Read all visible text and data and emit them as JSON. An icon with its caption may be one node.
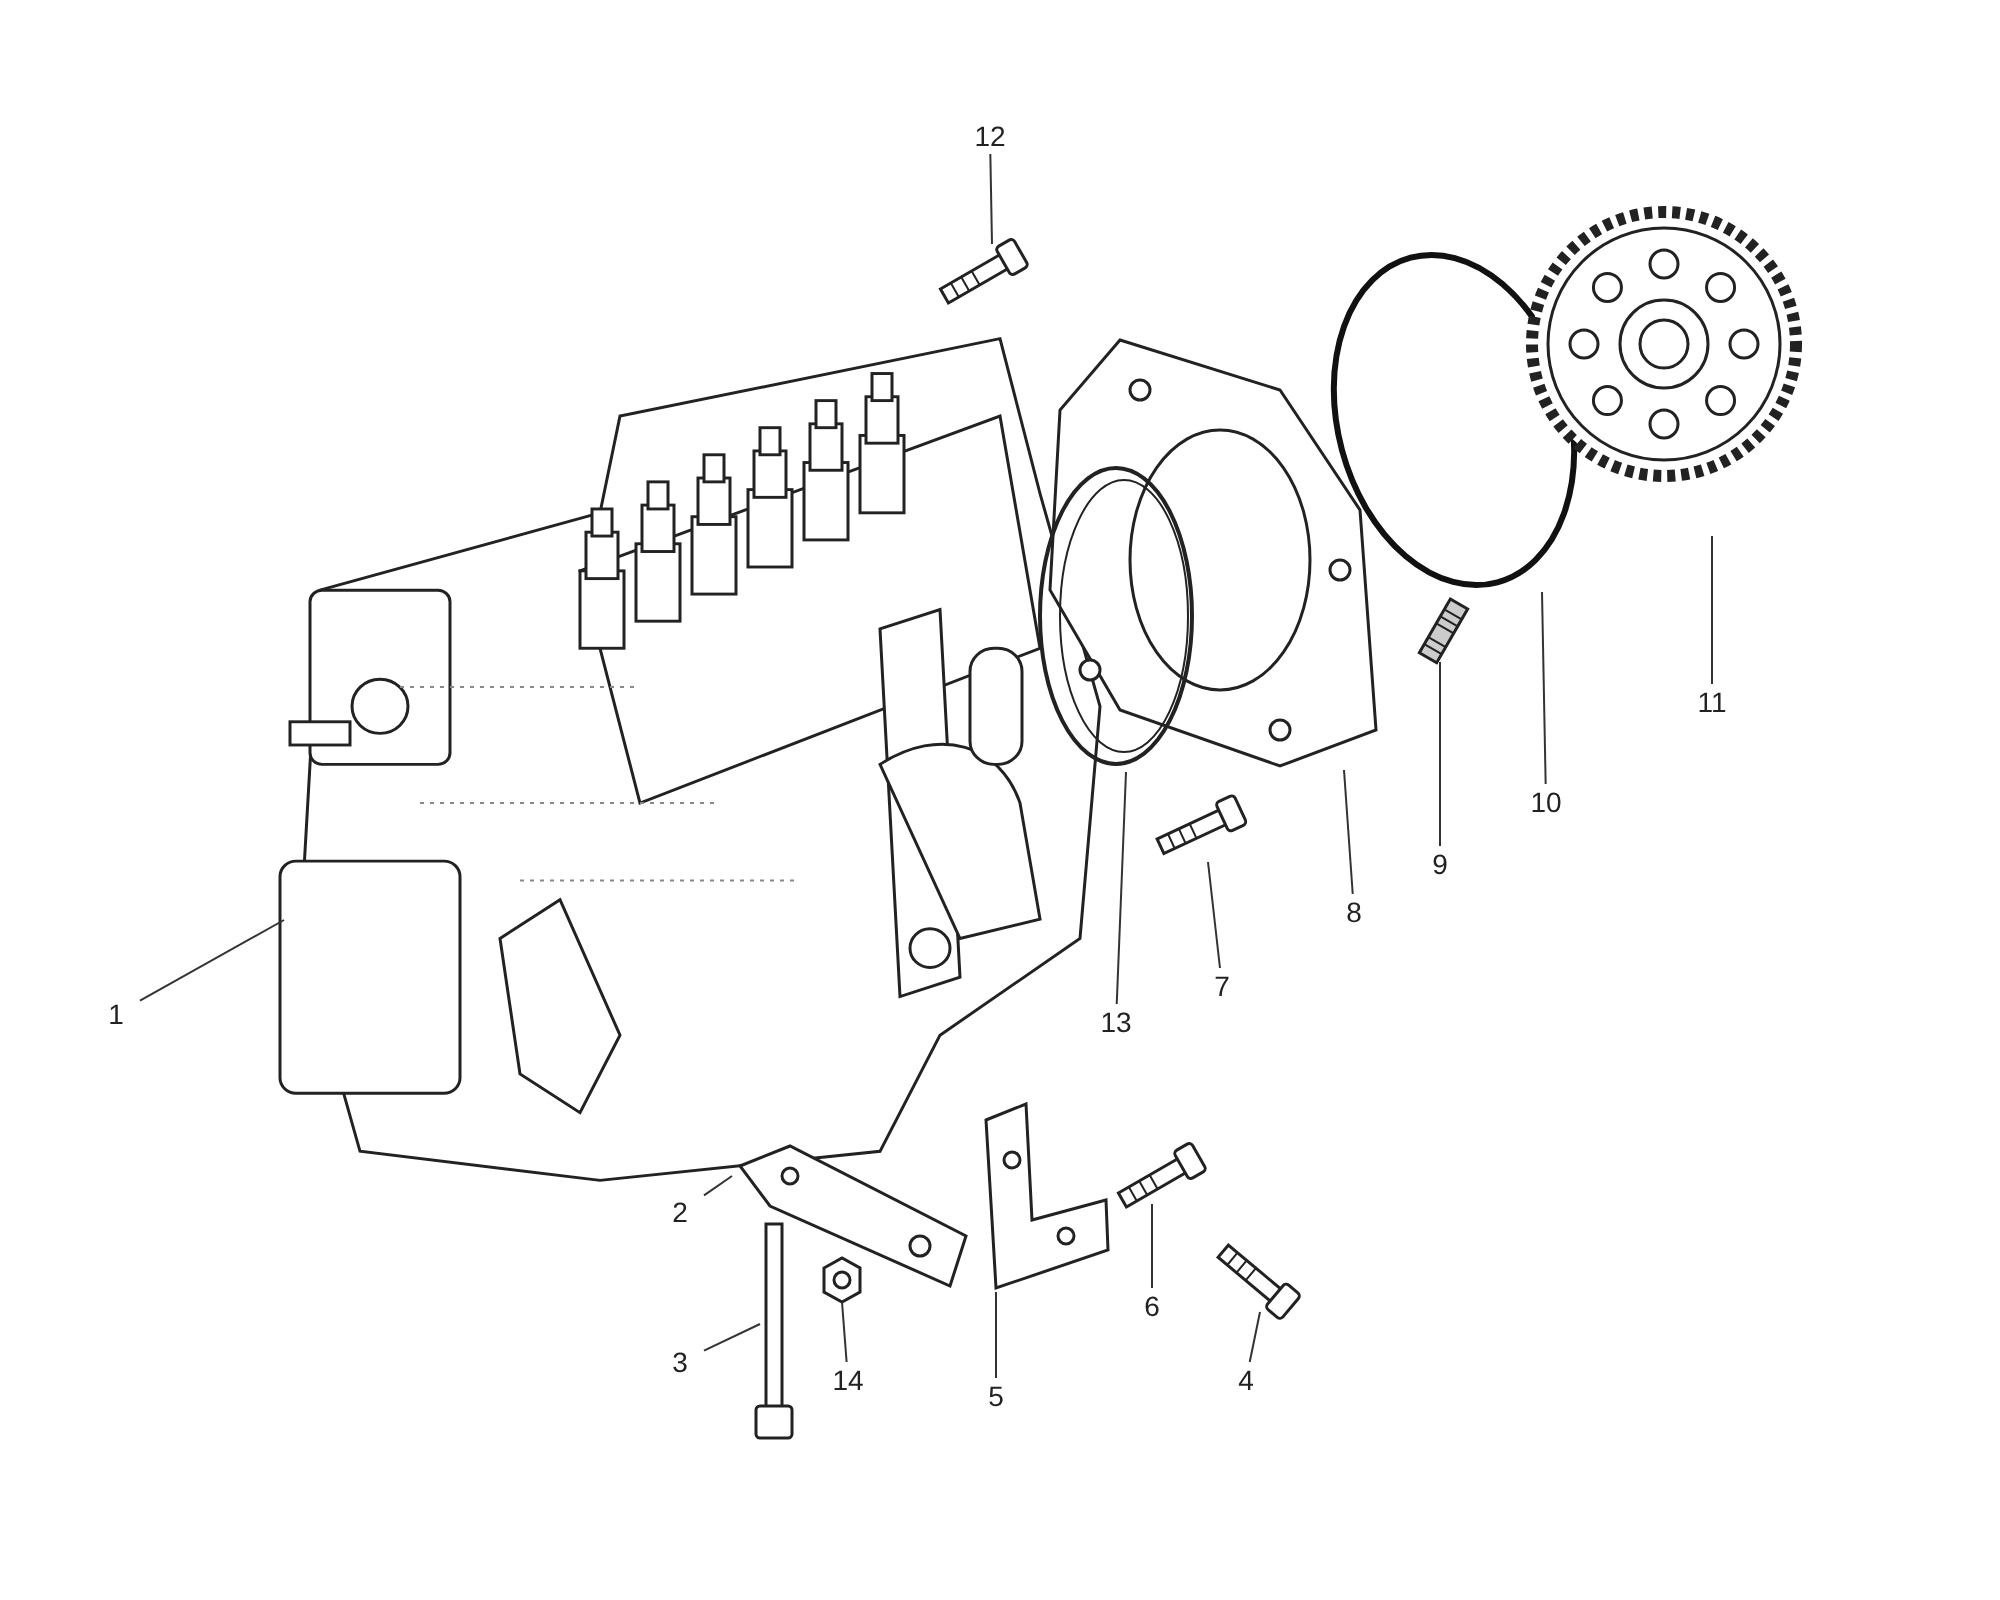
{
  "diagram": {
    "nodes": [
      {
        "text": [
          "1"
        ]
      },
      {
        "text": [
          "2"
        ]
      },
      {
        "text": [
          "3"
        ]
      },
      {
        "text": [
          "4"
        ]
      },
      {
        "text": [
          "5"
        ]
      },
      {
        "text": [
          "6"
        ]
      },
      {
        "text": [
          "7"
        ]
      },
      {
        "text": [
          "8"
        ]
      },
      {
        "text": [
          "9"
        ]
      },
      {
        "text": [
          "10"
        ]
      },
      {
        "text": [
          "11"
        ]
      },
      {
        "text": [
          "12"
        ]
      },
      {
        "text": [
          "13"
        ]
      },
      {
        "text": [
          "14"
        ]
      },
      {
        "text": [],
        "shape": "picture"
      },
      {
        "text": [],
        "shape": "picture"
      },
      {
        "text": [],
        "shape": "picture"
      },
      {
        "text": [],
        "shape": "picture"
      },
      {
        "text": [],
        "shape": "picture"
      },
      {
        "text": [],
        "shape": "picture"
      },
      {
        "text": [],
        "shape": "picture"
      },
      {
        "text": [],
        "shape": "picture"
      },
      {
        "text": [],
        "shape": "picture"
      },
      {
        "text": [],
        "shape": "picture"
      },
      {
        "text": [],
        "shape": "picture"
      },
      {
        "text": [],
        "shape": "picture"
      },
      {
        "text": [],
        "shape": "picture"
      },
      {
        "text": [],
        "shape": "picture"
      }
    ],
    "edges": [
      {
        "from": 0,
        "to": 14,
        "arrow": "none"
      },
      {
        "from": 1,
        "to": 15,
        "arrow": "none"
      },
      {
        "from": 2,
        "to": 16,
        "arrow": "none"
      },
      {
        "from": 3,
        "to": 17,
        "arrow": "none"
      },
      {
        "from": 4,
        "to": 18,
        "arrow": "none"
      },
      {
        "from": 5,
        "to": 19,
        "arrow": "none"
      },
      {
        "from": 6,
        "to": 20,
        "arrow": "none"
      },
      {
        "from": 7,
        "to": 21,
        "arrow": "none"
      },
      {
        "from": 8,
        "to": 22,
        "arrow": "none"
      },
      {
        "from": 9,
        "to": 23,
        "arrow": "none"
      },
      {
        "from": 10,
        "to": 24,
        "arrow": "none"
      },
      {
        "from": 11,
        "to": 25,
        "arrow": "none"
      },
      {
        "from": 12,
        "to": 26,
        "arrow": "none"
      },
      {
        "from": 13,
        "to": 27,
        "arrow": "none"
      }
    ]
  }
}
